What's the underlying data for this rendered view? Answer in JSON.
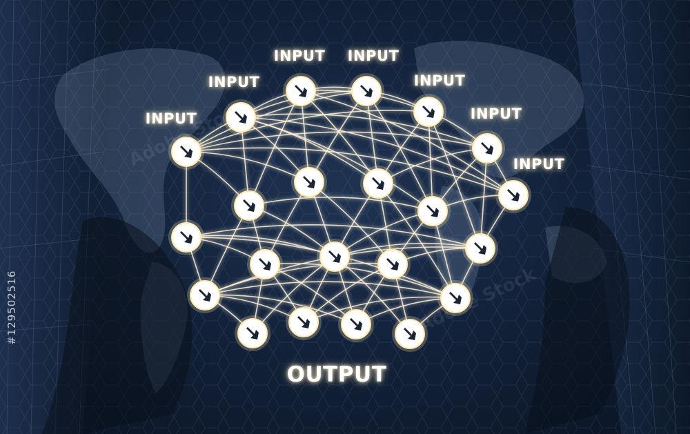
{
  "input_label": "INPUT",
  "output_label": "OUTPUT",
  "stock_id": "#129502516",
  "colors": {
    "node_fill": "#ffffff",
    "arrow": "#1b2434",
    "edge": "#fff5dc",
    "glow": "#ffe9b0"
  },
  "icons": {
    "node": "down-arrow-circle-icon"
  }
}
